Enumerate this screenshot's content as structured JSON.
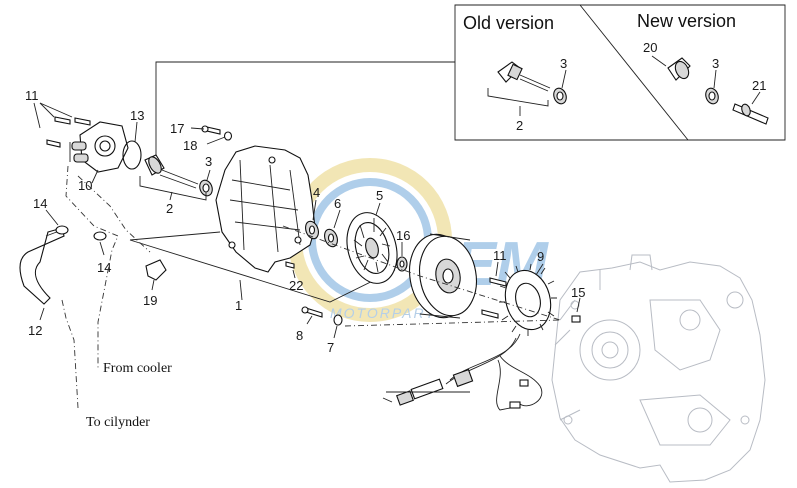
{
  "inset": {
    "old_version_title": "Old version",
    "new_version_title": "New version",
    "old_labels": {
      "p3": "3",
      "p2": "2"
    },
    "new_labels": {
      "p20": "20",
      "p3": "3",
      "p21": "21"
    }
  },
  "callouts": {
    "c11a": "11",
    "c13": "13",
    "c17": "17",
    "c18": "18",
    "c10": "10",
    "c3": "3",
    "c2": "2",
    "c14a": "14",
    "c14b": "14",
    "c4": "4",
    "c6": "6",
    "c5": "5",
    "c16": "16",
    "c11b": "11",
    "c9": "9",
    "c15": "15",
    "c22": "22",
    "c19": "19",
    "c1": "1",
    "c12": "12",
    "c8": "8",
    "c7": "7"
  },
  "notes": {
    "from_cooler": "From cooler",
    "to_cylinder": "To cilynder"
  },
  "watermark": {
    "brand": "CEM",
    "sub": "MOTORPARTS",
    "colors": {
      "blue": "#6fa7d9",
      "yellow": "#e8d37a"
    }
  }
}
